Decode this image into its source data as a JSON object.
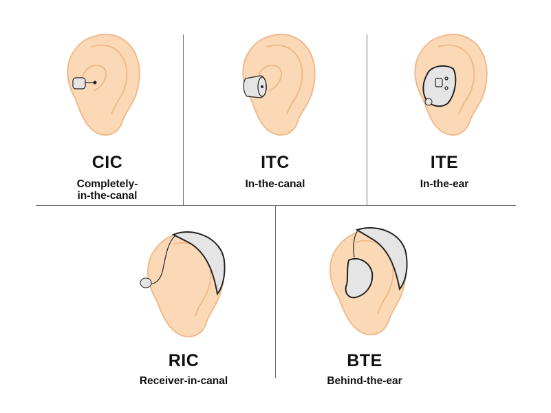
{
  "colors": {
    "skin": "#fbd9b7",
    "skin_outline": "#f1b98a",
    "device_fill": "#e5e5e5",
    "device_outline": "#222222",
    "divider": "#6e6e6e",
    "text": "#111111"
  },
  "hearing_aid_types": [
    {
      "abbr": "CIC",
      "full_line1": "Completely-",
      "full_line2": "in-the-canal"
    },
    {
      "abbr": "ITC",
      "full_line1": "In-the-canal",
      "full_line2": ""
    },
    {
      "abbr": "ITE",
      "full_line1": "In-the-ear",
      "full_line2": ""
    },
    {
      "abbr": "RIC",
      "full_line1": "Receiver-in-canal",
      "full_line2": ""
    },
    {
      "abbr": "BTE",
      "full_line1": "Behind-the-ear",
      "full_line2": ""
    }
  ]
}
